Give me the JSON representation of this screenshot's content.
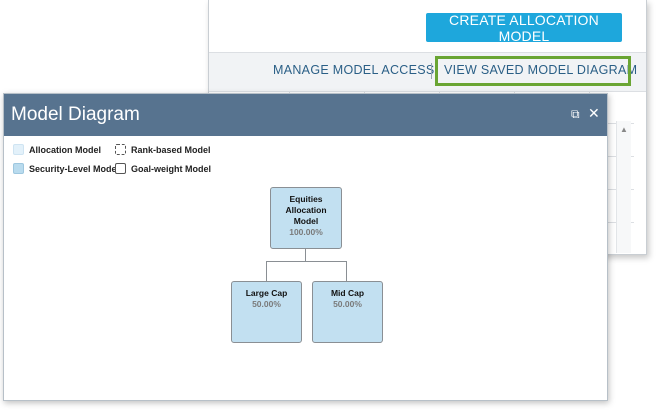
{
  "background_window": {
    "create_button_label": "CREATE ALLOCATION MODEL",
    "links": {
      "manage": "MANAGE MODEL ACCESS",
      "view": "VIEW SAVED MODEL DIAGRAM"
    },
    "highlight_color": "#6aa533"
  },
  "modal": {
    "title": "Model Diagram",
    "header_color": "#57738f",
    "restore_icon": "⧉",
    "close_icon": "✕",
    "legend": {
      "allocation_model": "Allocation Model",
      "rank_based_model": "Rank-based Model",
      "security_level_model": "Security-Level Model",
      "goal_weight_model": "Goal-weight Model"
    },
    "diagram": {
      "root": {
        "name_line1": "Equities",
        "name_line2": "Allocation",
        "name_line3": "Model",
        "percent": "100.00%"
      },
      "children": [
        {
          "name": "Large Cap",
          "percent": "50.00%"
        },
        {
          "name": "Mid Cap",
          "percent": "50.00%"
        }
      ]
    }
  }
}
